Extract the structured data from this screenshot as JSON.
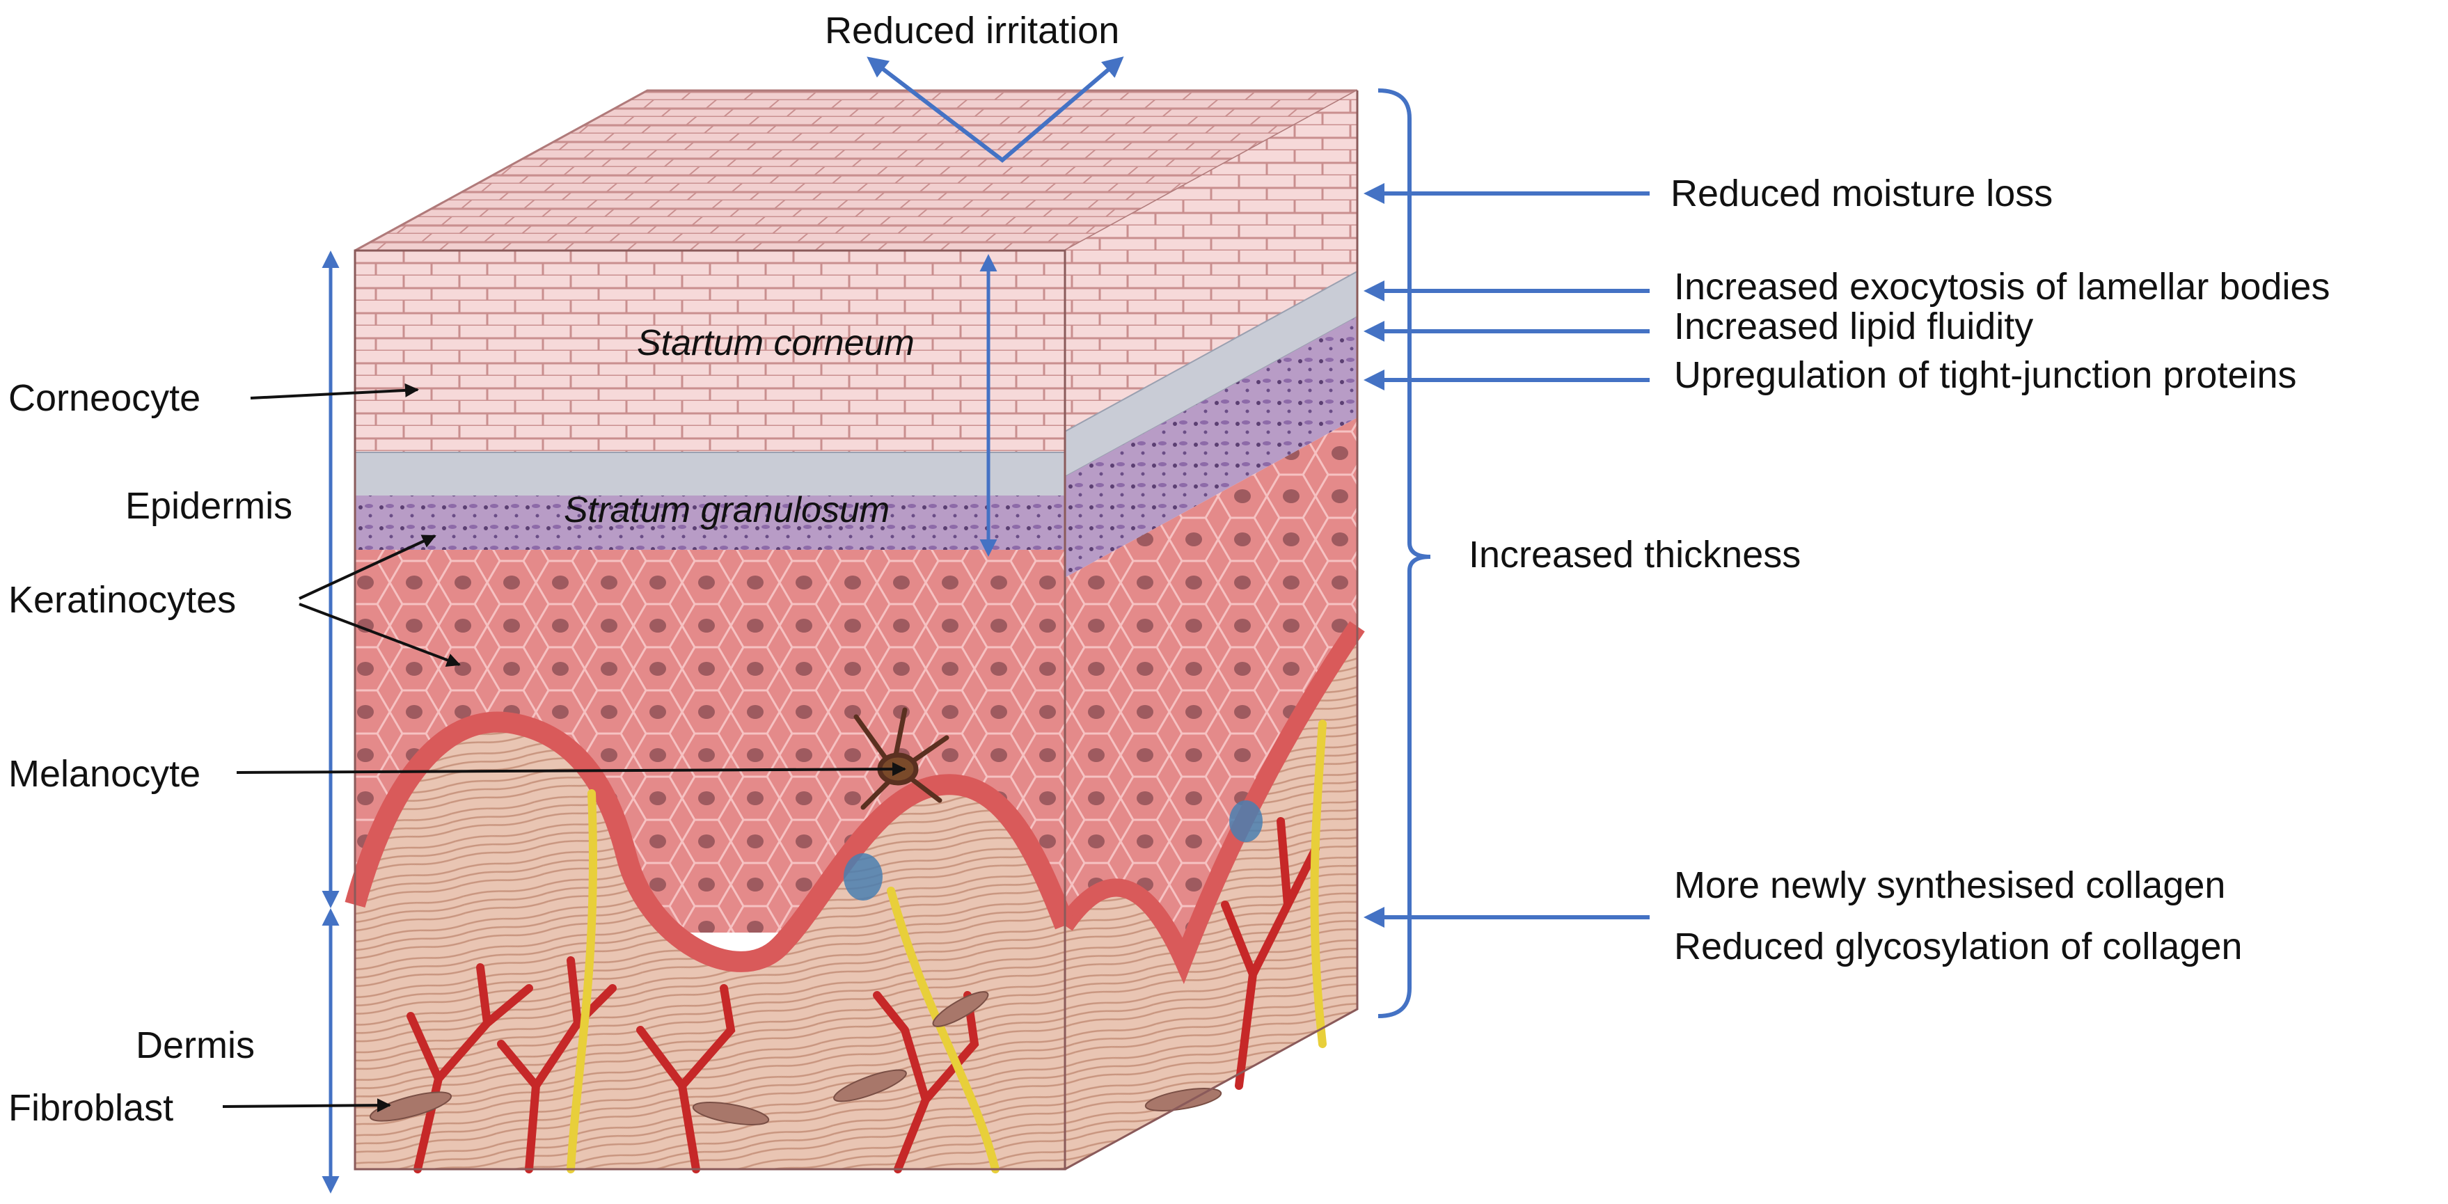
{
  "diagram": {
    "title_top": "Reduced irritation",
    "layers": {
      "corneum": "Startum corneum",
      "granulosum": "Stratum granulosum"
    },
    "left_labels": {
      "corneocyte": "Corneocyte",
      "epidermis": "Epidermis",
      "keratinocytes": "Keratinocytes",
      "melanocyte": "Melanocyte",
      "dermis": "Dermis",
      "fibroblast": "Fibroblast"
    },
    "right_effects": {
      "moisture": "Reduced moisture loss",
      "exocytosis": "Increased exocytosis of lamellar bodies",
      "lipid": "Increased lipid fluidity",
      "tight_junction": "Upregulation of tight-junction proteins",
      "thickness": "Increased thickness",
      "collagen_new": "More newly synthesised collagen",
      "collagen_glyco": "Reduced glycosylation of collagen"
    },
    "colors": {
      "arrow_blue": "#4472c4",
      "corneum": "#f4d3d3",
      "clear_layer": "#c9ccd6",
      "granulosum": "#b59ac2",
      "spinosum": "#e48888",
      "basal": "#e06a6a",
      "dermis": "#e7c0ad",
      "vessel": "#c62828",
      "nerve": "#e8cf3a",
      "fibroblast": "#a8776a",
      "melanocyte": "#5a3020"
    }
  }
}
